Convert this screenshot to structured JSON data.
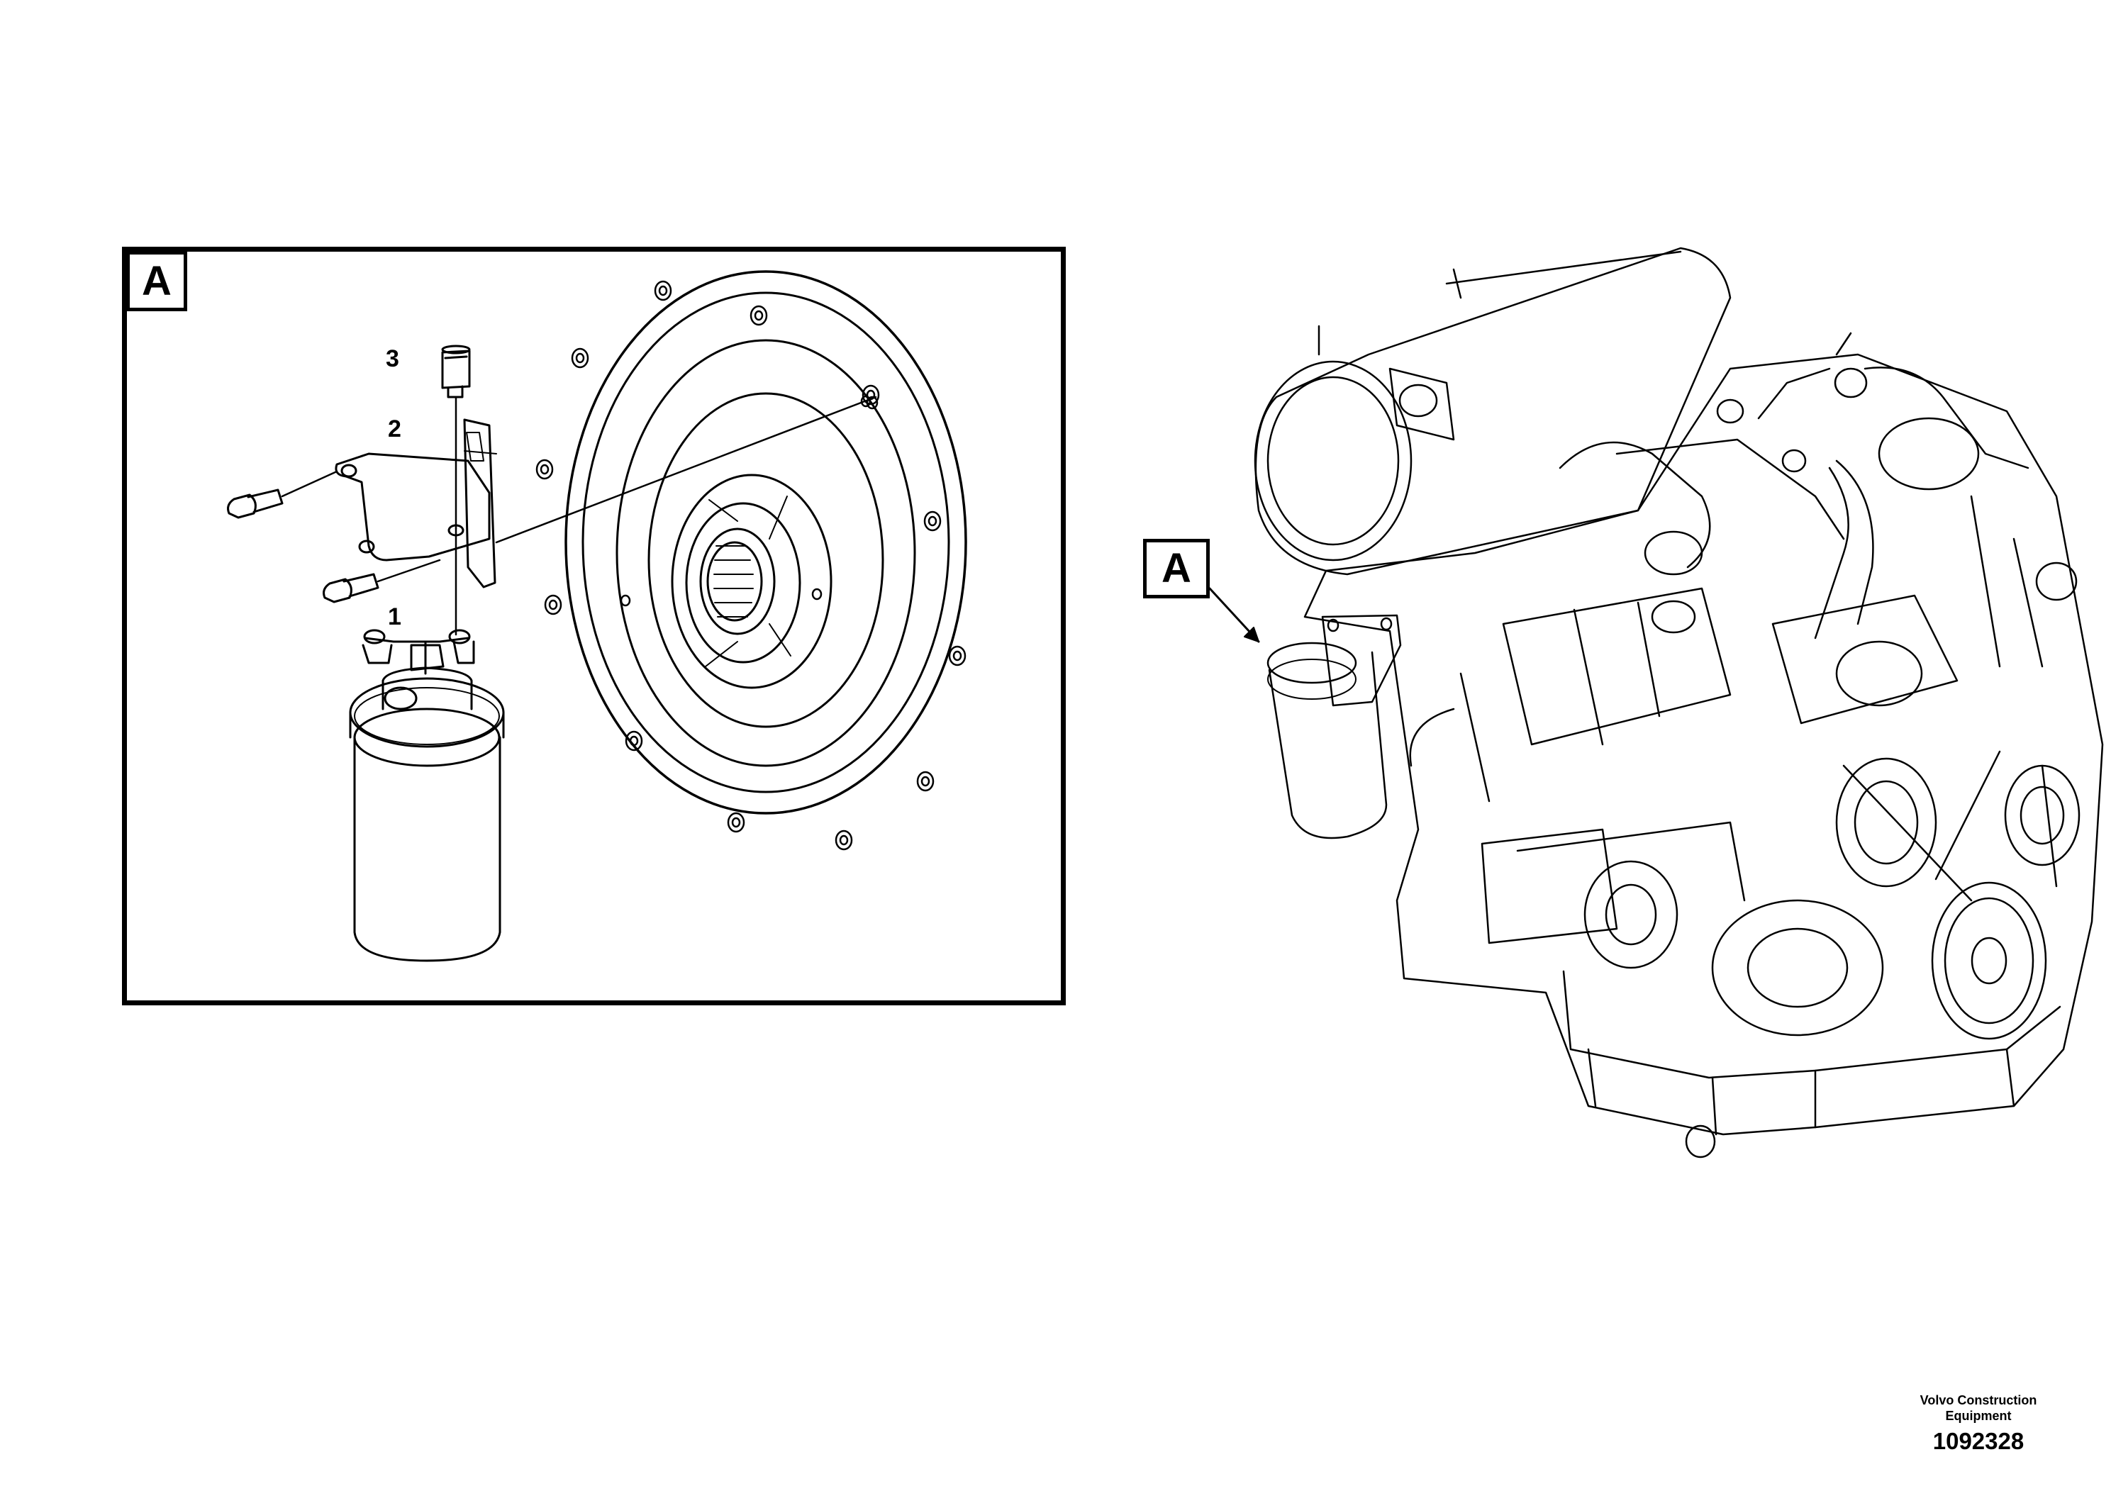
{
  "detail_view": {
    "label": "A"
  },
  "engine_view": {
    "label": "A"
  },
  "callouts": [
    {
      "number": "3",
      "part": "screw"
    },
    {
      "number": "2",
      "part": "bracket"
    },
    {
      "number": "1",
      "part": "fuel filter"
    }
  ],
  "title_block": {
    "brand_line1": "Volvo Construction",
    "brand_line2": "Equipment",
    "drawing_number": "1092328"
  }
}
